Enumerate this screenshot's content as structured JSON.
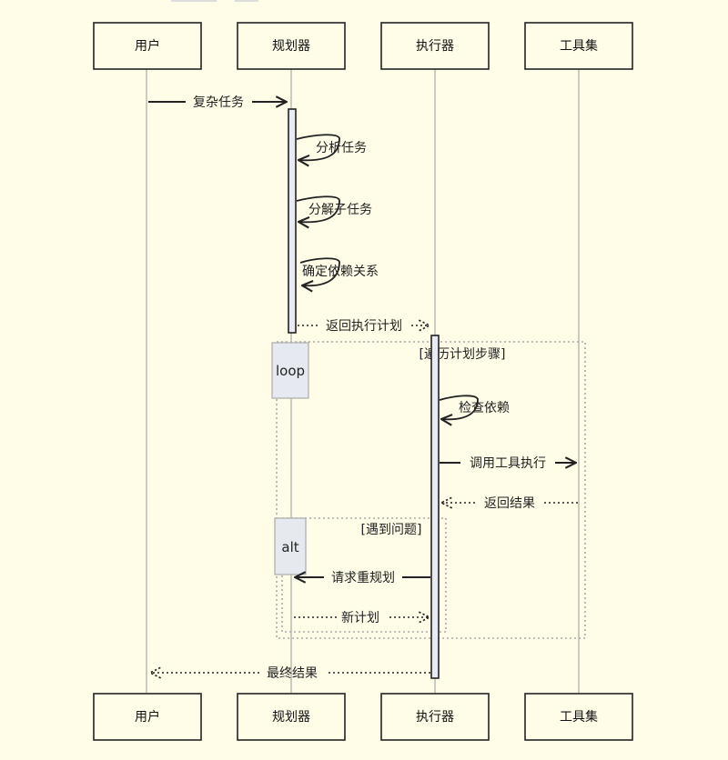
{
  "participants": {
    "user": "用户",
    "planner": "规划器",
    "executor": "执行器",
    "tools": "工具集"
  },
  "messages": {
    "complex_task": "复杂任务",
    "analyze_task": "分析任务",
    "decompose_subtasks": "分解子任务",
    "determine_deps": "确定依赖关系",
    "return_plan": "返回执行计划",
    "check_deps": "检查依赖",
    "call_tool": "调用工具执行",
    "return_result": "返回结果",
    "request_replan": "请求重规划",
    "new_plan": "新计划",
    "final_result": "最终结果"
  },
  "frames": {
    "loop_tag": "loop",
    "loop_condition": "[遍历计划步骤]",
    "alt_tag": "alt",
    "alt_condition": "[遇到问题]"
  },
  "colors": {
    "background": "#fffde8",
    "stroke": "#222222",
    "lifeline": "#999999",
    "activation": "#e8ecf2",
    "frame": "#aaaaaa",
    "tag_fill": "#e6eaf0"
  }
}
